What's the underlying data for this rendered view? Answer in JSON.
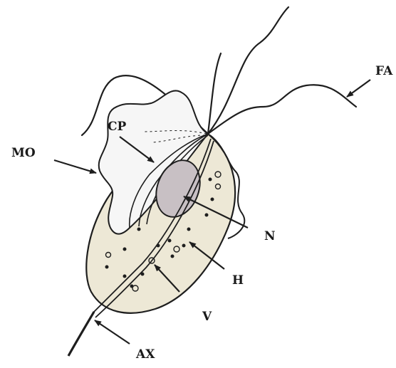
{
  "labels": {
    "fa": "FA",
    "cp": "CP",
    "mo": "MO",
    "n": "N",
    "h": "H",
    "v": "V",
    "ax": "AX"
  },
  "colors": {
    "body_fill": "#ede8d6",
    "membrane_fill": "#f6f6f6",
    "nucleus_fill": "#c8c0c4",
    "stroke": "#1e1e1e"
  }
}
